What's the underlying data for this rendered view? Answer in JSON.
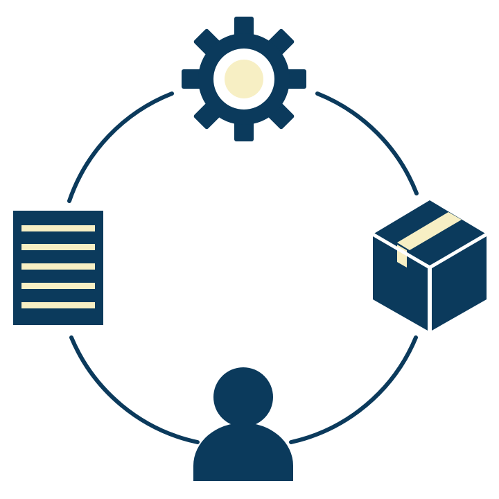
{
  "diagram": {
    "type": "cycle",
    "nodes": [
      {
        "id": "gear",
        "icon": "gear-icon",
        "position": "top"
      },
      {
        "id": "box",
        "icon": "box-icon",
        "position": "right"
      },
      {
        "id": "user",
        "icon": "user-icon",
        "position": "bottom"
      },
      {
        "id": "document",
        "icon": "document-icon",
        "position": "left"
      }
    ]
  },
  "colors": {
    "primary": "#0b3a5c",
    "accent": "#f7efc4",
    "background": "#ffffff"
  }
}
